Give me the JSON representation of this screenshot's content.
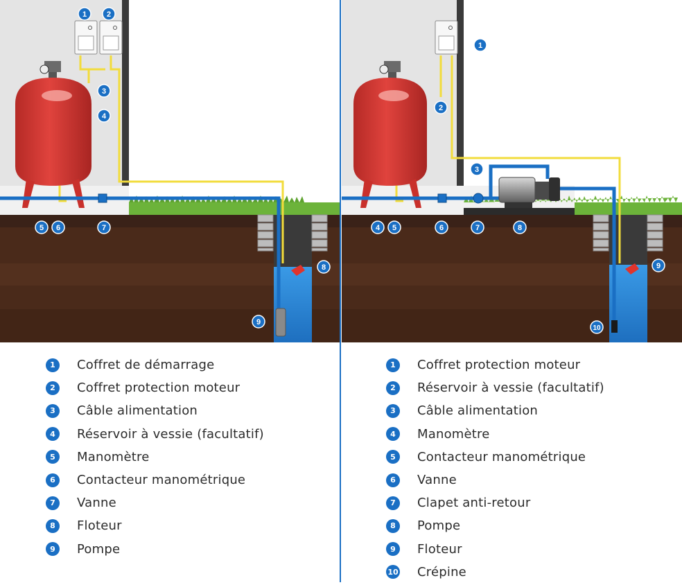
{
  "colors": {
    "marker": "#1a6fc4",
    "pipe": "#1a6fc4",
    "cable": "#f2dc3c",
    "tank": "#d93a35",
    "wall": "#e6e6e6",
    "soil": "#4a2a1a",
    "grass": "#6cb33a",
    "water": "#2e88d8"
  },
  "left_diagram": {
    "markers": [
      "1",
      "2",
      "3",
      "4",
      "5",
      "6",
      "7",
      "8",
      "9"
    ],
    "legend": [
      {
        "num": "1",
        "label": "Coffret de démarrage"
      },
      {
        "num": "2",
        "label": "Coffret protection moteur"
      },
      {
        "num": "3",
        "label": "Câble alimentation"
      },
      {
        "num": "4",
        "label": "Réservoir à vessie (facultatif)"
      },
      {
        "num": "5",
        "label": "Manomètre"
      },
      {
        "num": "6",
        "label": "Contacteur manométrique"
      },
      {
        "num": "7",
        "label": "Vanne"
      },
      {
        "num": "8",
        "label": "Floteur"
      },
      {
        "num": "9",
        "label": "Pompe"
      }
    ]
  },
  "right_diagram": {
    "markers": [
      "1",
      "2",
      "3",
      "4",
      "5",
      "6",
      "7",
      "8",
      "9",
      "10"
    ],
    "legend": [
      {
        "num": "1",
        "label": "Coffret protection moteur"
      },
      {
        "num": "2",
        "label": "Réservoir à vessie (facultatif)"
      },
      {
        "num": "3",
        "label": "Câble alimentation"
      },
      {
        "num": "4",
        "label": "Manomètre"
      },
      {
        "num": "5",
        "label": "Contacteur manométrique"
      },
      {
        "num": "6",
        "label": "Vanne"
      },
      {
        "num": "7",
        "label": "Clapet anti-retour"
      },
      {
        "num": "8",
        "label": "Pompe"
      },
      {
        "num": "9",
        "label": "Floteur"
      },
      {
        "num": "10",
        "label": "Crépine"
      }
    ]
  }
}
